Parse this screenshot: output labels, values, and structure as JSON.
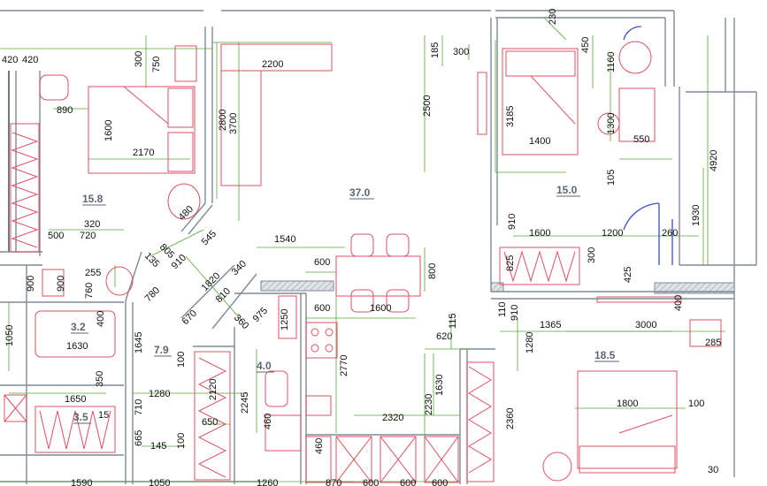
{
  "colors": {
    "wall": "#7f8a99",
    "furniture": "#e05060",
    "dimension": "#55aa33",
    "door": "#3a4fd0",
    "text": "#111111",
    "area_label": "#5d6673"
  },
  "areas": {
    "a1": "15.8",
    "a2": "37.0",
    "a3": "15.0",
    "a4": "3.2",
    "a5": "7.9",
    "a6": "4.0",
    "a7": "3.5",
    "a8": "18.5"
  },
  "dims": {
    "d1": "420",
    "d2": "300",
    "d3": "750",
    "d4": "2200",
    "d5": "185",
    "d6": "300",
    "d7": "230",
    "d8": "450",
    "d9": "1160",
    "d10": "890",
    "d11": "1600",
    "d12": "2800",
    "d13": "3700",
    "d14": "2500",
    "d15": "3185",
    "d16": "1300",
    "d17": "2170",
    "d18": "1400",
    "d19": "550",
    "d20": "4920",
    "d21": "105",
    "d22": "480",
    "d23": "910",
    "d24": "1930",
    "d25": "320",
    "d26": "500",
    "d27": "720",
    "d28": "805",
    "d29": "545",
    "d30": "1540",
    "d31": "1600",
    "d32": "1200",
    "d33": "260",
    "d34": "135",
    "d35": "910",
    "d36": "255",
    "d37": "600",
    "d38": "800",
    "d39": "825",
    "d40": "300",
    "d41": "425",
    "d42": "900",
    "d43": "760",
    "d44": "780",
    "d45": "1820",
    "d46": "340",
    "d47": "810",
    "d48": "600",
    "d49": "1600",
    "d50": "110",
    "d51": "910",
    "d52": "400",
    "d53": "670",
    "d54": "360",
    "d55": "975",
    "d56": "1050",
    "d57": "400",
    "d58": "1630",
    "d59": "1365",
    "d60": "3000",
    "d61": "285",
    "d62": "1645",
    "d63": "1250",
    "d64": "620",
    "d65": "115",
    "d66": "1280",
    "d67": "100",
    "d68": "2770",
    "d69": "350",
    "d70": "1280",
    "d71": "2120",
    "d72": "1650",
    "d73": "710",
    "d74": "15",
    "d75": "2245",
    "d76": "2230",
    "d77": "1630",
    "d78": "1800",
    "d79": "100",
    "d80": "2320",
    "d81": "665",
    "d82": "650",
    "d83": "460",
    "d84": "145",
    "d85": "100",
    "d86": "2360",
    "d87": "460",
    "d88": "30",
    "d89": "1260",
    "d90": "870",
    "d91": "600",
    "d92": "600",
    "d93": "600",
    "d94": "1590",
    "d95": "1050",
    "d96": "900",
    "d97": "420"
  }
}
